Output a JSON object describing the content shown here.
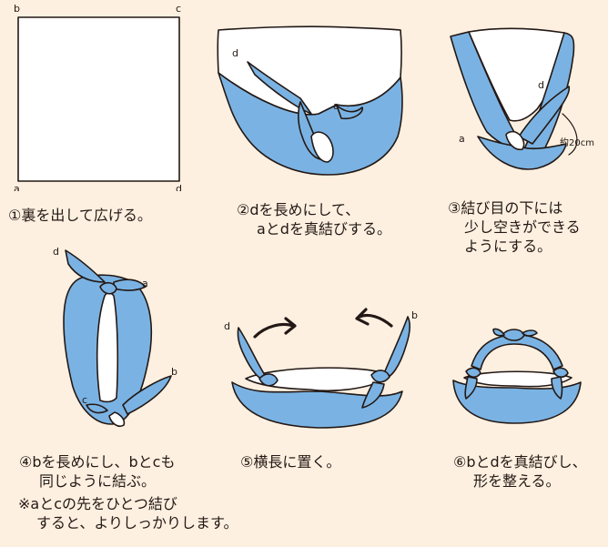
{
  "steps": [
    {
      "id": 1,
      "caption": [
        "①裏を出して広げる。"
      ],
      "labels": {
        "a": "a",
        "b": "b",
        "c": "c",
        "d": "d"
      }
    },
    {
      "id": 2,
      "caption": [
        "②dを長めにして、",
        "aとdを真結びする。"
      ],
      "labels": {
        "a": "a",
        "d": "d"
      }
    },
    {
      "id": 3,
      "caption": [
        "③結び目の下には",
        "少し空きができる",
        "ようにする。"
      ],
      "labels": {
        "a": "a",
        "d": "d",
        "measure": "約20cm"
      }
    },
    {
      "id": 4,
      "caption": [
        "④bを長めにし、bとcも",
        "同じように結ぶ。"
      ],
      "labels": {
        "a": "a",
        "b": "b",
        "c": "c",
        "d": "d"
      }
    },
    {
      "id": 5,
      "caption": [
        "⑤横長に置く。"
      ],
      "labels": {
        "b": "b",
        "d": "d"
      }
    },
    {
      "id": 6,
      "caption": [
        "⑥bとdを真結びし、",
        "形を整える。"
      ],
      "labels": {}
    }
  ],
  "note": [
    "※aとcの先をひとつ結び",
    "すると、よりしっかりします。"
  ],
  "colors": {
    "background": "#fdf0e0",
    "cloth": "#7ab3e3",
    "inner": "#ffffff",
    "outline": "#231815"
  }
}
